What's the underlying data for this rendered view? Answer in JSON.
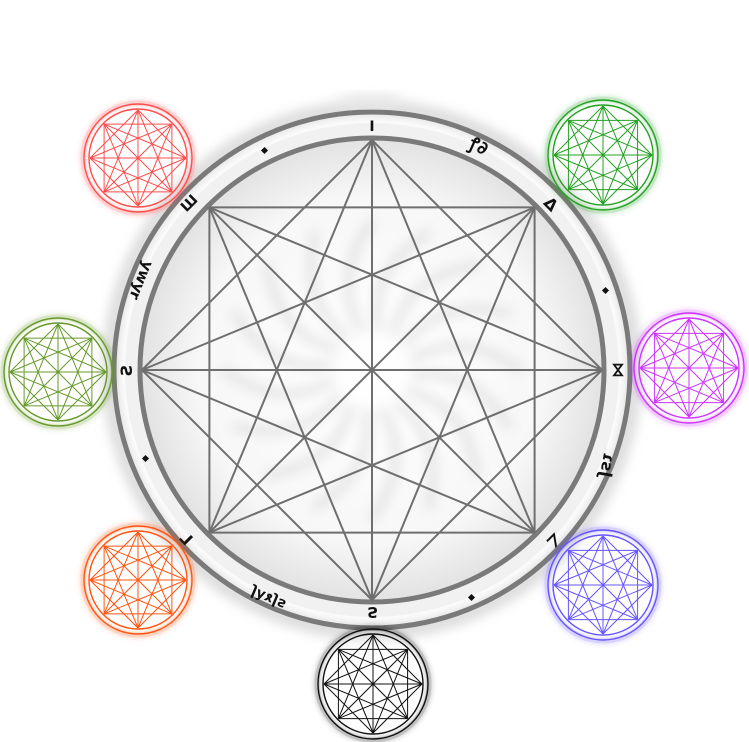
{
  "scene": {
    "description_free": true,
    "background_color": "#ffffff",
    "center_circle": {
      "ring_color": "#7a7a7a",
      "line_color": "#6f6f6f",
      "star_points": 8,
      "vertex_marks": [
        "I",
        "Δ",
        "⋈",
        "∠",
        "Ƨ",
        "Γ",
        "Ƨ",
        "Ш"
      ]
    },
    "ring_runes": [
      {
        "text": "ꝭ∂"
      },
      {
        "text": "ɹʎʍʎ"
      },
      {
        "text": "ɾƨɭ"
      },
      {
        "text": "ƨɭɤʎɭ"
      }
    ],
    "outer_circles": [
      {
        "name": "red",
        "color": "#ff4d4d"
      },
      {
        "name": "green",
        "color": "#22a022"
      },
      {
        "name": "magenta",
        "color": "#cc33ff"
      },
      {
        "name": "blue",
        "color": "#6655ff"
      },
      {
        "name": "black",
        "color": "#111111"
      },
      {
        "name": "orange",
        "color": "#ff5511"
      },
      {
        "name": "olive",
        "color": "#66992a"
      }
    ]
  }
}
